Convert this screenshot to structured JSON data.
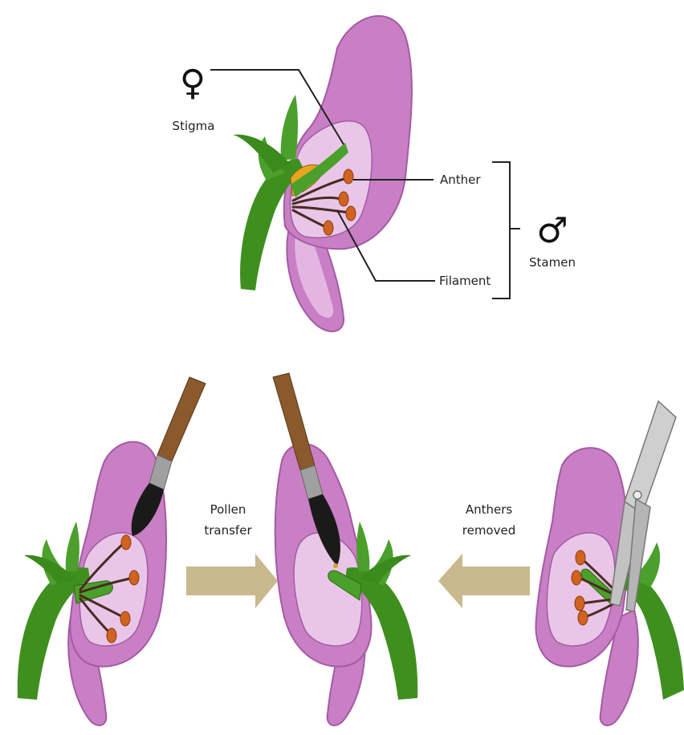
{
  "labels": {
    "stigma": "Stigma",
    "anther": "Anther",
    "filament": "Filament",
    "stamen": "Stamen",
    "pollen_transfer_line1": "Pollen",
    "pollen_transfer_line2": "transfer",
    "anthers_removed_line1": "Anthers",
    "anthers_removed_line2": "removed"
  },
  "symbols": {
    "female": "♀",
    "male": "♂"
  },
  "colors": {
    "petal_outer": "#c97fc4",
    "petal_inner": "#e9c6e8",
    "petal_edge": "#a45aa5",
    "stem_green": "#3f8f1f",
    "anther_orange": "#d0631f",
    "filament_dark": "#4a2a22",
    "ovary_yellow": "#e6a520",
    "arrow_tan": "#c8b98e",
    "brush_handle": "#8a5a2c",
    "brush_ferrule": "#9a9a9a",
    "brush_tip": "#1a1a1a",
    "scissors_metal": "#c9c9c9"
  }
}
